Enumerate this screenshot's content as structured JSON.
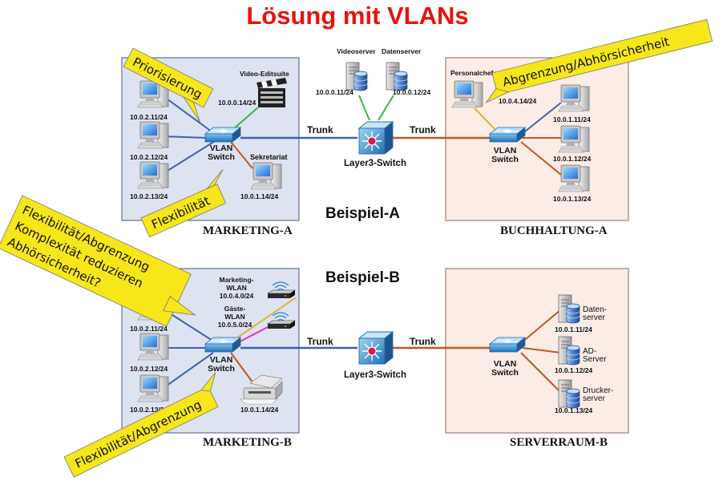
{
  "title": "Lösung mit VLANs",
  "example_a": {
    "heading": "Beispiel-A",
    "marketing": {
      "room_label": "MARKETING-A",
      "pc_ips": [
        "10.0.2.11/24",
        "10.0.2.12/24",
        "10.0.2.13/24"
      ],
      "video_label": "Video-Editsuite",
      "video_ip": "10.0.0.14/24",
      "sekretariat_label": "Sekretariat",
      "sekretariat_ip": "10.0.1.14/24",
      "switch_label": [
        "VLAN",
        "Switch"
      ]
    },
    "servers": {
      "videoserver_label": "Videoserver",
      "videoserver_ip": "10.0.0.11/24",
      "datenserver_label": "Datenserver",
      "datenserver_ip": "10.0.0.12/24"
    },
    "l3_label": "Layer3-Switch",
    "trunk_left": "Trunk",
    "trunk_right": "Trunk",
    "buchhaltung": {
      "room_label": "BUCHHALTUNG-A",
      "personalchef_label": "Personalchef",
      "personalchef_ip": "10.0.4.14/24",
      "pc_ips": [
        "10.0.1.11/24",
        "10.0.1.12/24",
        "10.0.1.13/24"
      ],
      "switch_label": [
        "VLAN",
        "Switch"
      ]
    }
  },
  "example_b": {
    "heading": "Beispiel-B",
    "marketing": {
      "room_label": "MARKETING-B",
      "pc_ips": [
        "10.0.2.11/24",
        "10.0.2.12/24",
        "10.0.2.13/24"
      ],
      "wlan1_label": [
        "Marketing-",
        "WLAN",
        "10.0.4.0/24"
      ],
      "wlan2_label": [
        "Gäste-",
        "WLAN",
        "10.0.5.0/24"
      ],
      "printer_ip": "10.0.1.14/24",
      "switch_label": [
        "VLAN",
        "Switch"
      ]
    },
    "l3_label": "Layer3-Switch",
    "trunk_left": "Trunk",
    "trunk_right": "Trunk",
    "serverraum": {
      "room_label": "SERVERRAUM-B",
      "servers": [
        {
          "label": [
            "Daten-",
            "server"
          ],
          "ip": "10.0.1.11/24"
        },
        {
          "label": [
            "AD-",
            "Server"
          ],
          "ip": "10.0.1.12/24"
        },
        {
          "label": [
            "Drucker-",
            "server"
          ],
          "ip": "10.0.1.13/24"
        }
      ],
      "switch_label": [
        "VLAN",
        "Switch"
      ]
    }
  },
  "callouts": {
    "priorisierung": "Priorisierung",
    "abgrenzung_a": "Abgrenzung/Abhörsicherheit",
    "flexibilitaet_a": "Flexibilität",
    "big_note": [
      "Flexibilität/Abgrenzung",
      "Komplexität reduzieren",
      "Abhörsicherheit?"
    ],
    "flexibilitaet_b": "Flexibilität/Abgrenzung"
  },
  "colors": {
    "title": "#e8120c",
    "room_a_fill": "#dde3f0",
    "room_c_fill": "#fbece6",
    "line_blue": "#3f63a8",
    "line_orange": "#c0581f",
    "line_green": "#3cb44a",
    "line_yellow": "#e3b23c",
    "line_magenta": "#e030d0",
    "callout": "#f7e61a"
  }
}
